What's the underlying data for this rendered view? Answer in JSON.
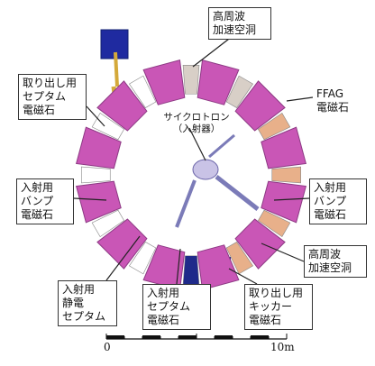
{
  "labels": {
    "rf_top": "高周波\n加速空洞",
    "ffag": "FFAG\n電磁石",
    "extract_septum": "取り出し用\nセプタム\n電磁石",
    "cyclotron": "サイクロトロン\n（入射器）",
    "inj_bump_left": "入射用\nバンプ\n電磁石",
    "inj_bump_right": "入射用\nバンプ\n電磁石",
    "rf_right": "高周波\n加速空洞",
    "electro_septum": "入射用\n静電\nセプタム",
    "inj_septum": "入射用\nセプタム\n電磁石",
    "kicker": "取り出し用\nキッカー\n電磁石"
  },
  "scale": {
    "start": "0",
    "end": "10m"
  },
  "colors": {
    "magnet": "#c956b6",
    "magnet_edge": "#8d3a84",
    "cavity": "#d8cfc7",
    "kicker": "#1f2a8a",
    "extraction_block": "#1f2aa0",
    "beamline": "#d4a93a",
    "injection_line": "#7b7bb8"
  },
  "ring": {
    "magnet_count": 12,
    "gap_elements": [
      "rf-cavity",
      "rf-cavity",
      "septum",
      "septum",
      "bump",
      "bump",
      "kicker",
      "gap",
      "gap",
      "gap",
      "gap",
      "gap"
    ]
  }
}
